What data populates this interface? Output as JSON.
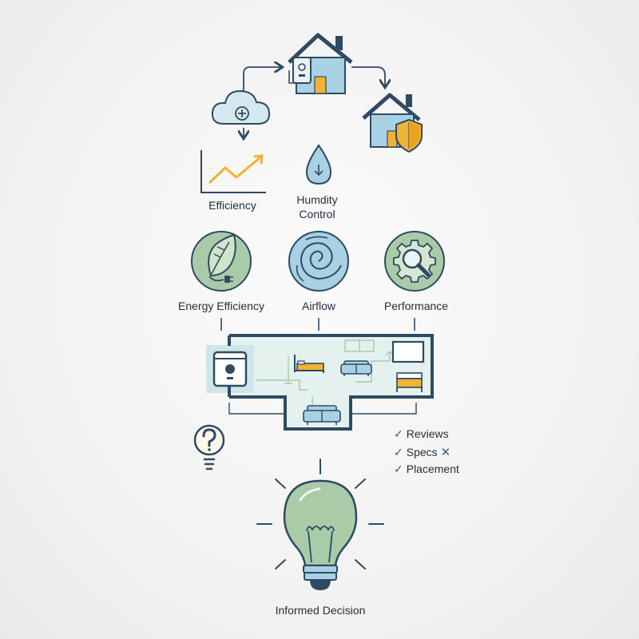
{
  "top_flow": {
    "cloud_icon": "cloud-plus-icon",
    "home_icon": "smart-home-icon",
    "protected_home_icon": "home-shield-icon"
  },
  "metrics": {
    "efficiency_label": "Efficiency",
    "humidity_label_line1": "Humdity",
    "humidity_label_line2": "Control"
  },
  "factors": [
    {
      "label": "Energy Efficiency",
      "icon": "leaf-plug-icon"
    },
    {
      "label": "Airflow",
      "icon": "airflow-swirl-icon"
    },
    {
      "label": "Performance",
      "icon": "gear-magnifier-icon"
    }
  ],
  "floorplan": {
    "device_icon": "air-purifier-icon",
    "furniture_icons": [
      "bed-icon",
      "sofa-icon",
      "tv-icon",
      "bed-icon",
      "sofa-icon"
    ]
  },
  "question_icon": "question-bulb-icon",
  "checklist": [
    {
      "label": "Reviews",
      "mark": "✓"
    },
    {
      "label": "Specs",
      "mark": "✓",
      "extra": "✕"
    },
    {
      "label": "Placement",
      "mark": "✓"
    }
  ],
  "decision": {
    "label": "Informed Decision",
    "icon": "lightbulb-icon"
  },
  "colors": {
    "navy": "#2f4a63",
    "sage": "#a9cba8",
    "sky": "#a8d1e3",
    "amber": "#f2b233",
    "teal_panel": "#cfe6e8"
  }
}
